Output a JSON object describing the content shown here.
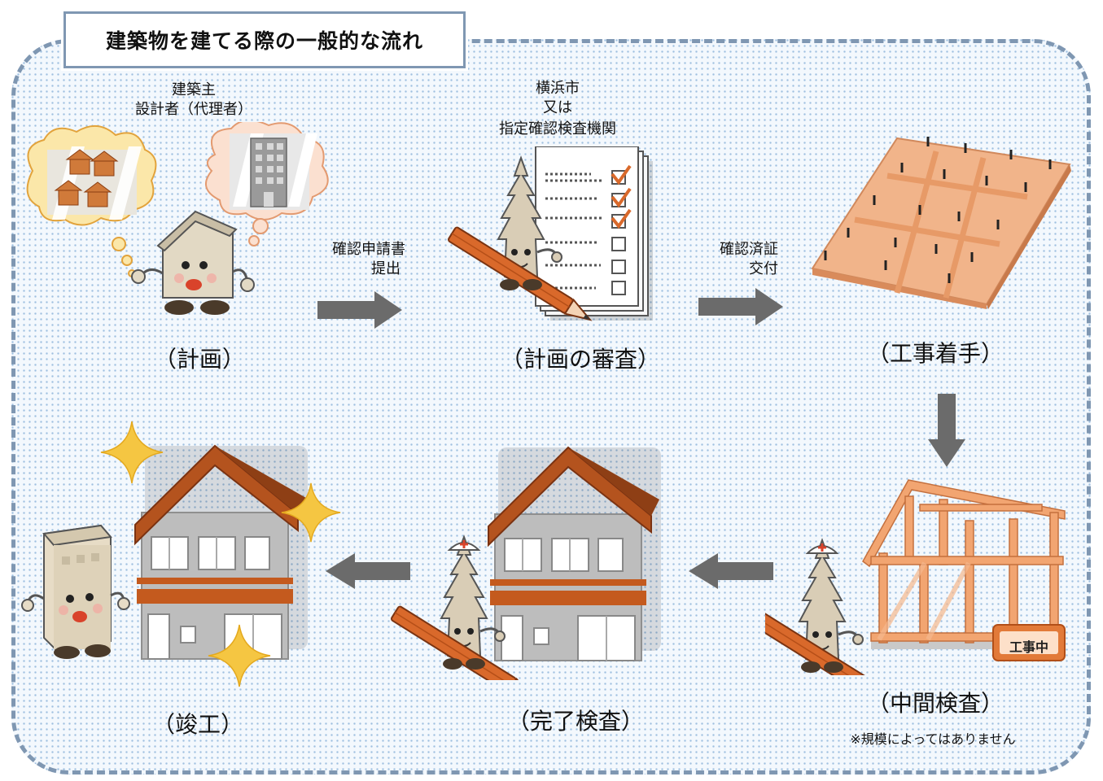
{
  "title": "建築物を建てる際の一般的な流れ",
  "actors": {
    "owner_line1": "建築主",
    "owner_line2": "設計者（代理者）",
    "city_line1": "横浜市",
    "city_line2": "又は",
    "city_line3": "指定確認検査機関"
  },
  "transitions": {
    "apply_line1": "確認申請書",
    "apply_line2": "提出",
    "issue_line1": "確認済証",
    "issue_line2": "交付"
  },
  "steps": {
    "plan": "（計画）",
    "review": "（計画の審査）",
    "construction_start": "（工事着手）",
    "interim_inspection": "（中間検査）",
    "completion_inspection": "（完了検査）",
    "completion": "（竣工）"
  },
  "notes": {
    "interim_note": "※規模によってはありません"
  },
  "sign": {
    "under_construction": "工事中"
  },
  "icons": [
    "house-character-icon",
    "thought-bubble-houses-icon",
    "thought-bubble-building-icon",
    "inspector-pencil-icon",
    "checklist-document-icon",
    "foundation-icon",
    "timber-frame-icon",
    "two-story-house-icon",
    "sparkle-icon",
    "building-character-icon",
    "arrow-right-icon",
    "arrow-down-icon",
    "arrow-left-icon"
  ],
  "colors": {
    "frame_border": "#7f97b2",
    "dot_fill": "#9fc0e0",
    "roof": "#b4531e",
    "house_wall": "#bcbcbc",
    "balcony": "#c45a1e",
    "arrow": "#6b6b6b",
    "sparkle": "#f5c642",
    "foundation": "#f1b48a"
  }
}
